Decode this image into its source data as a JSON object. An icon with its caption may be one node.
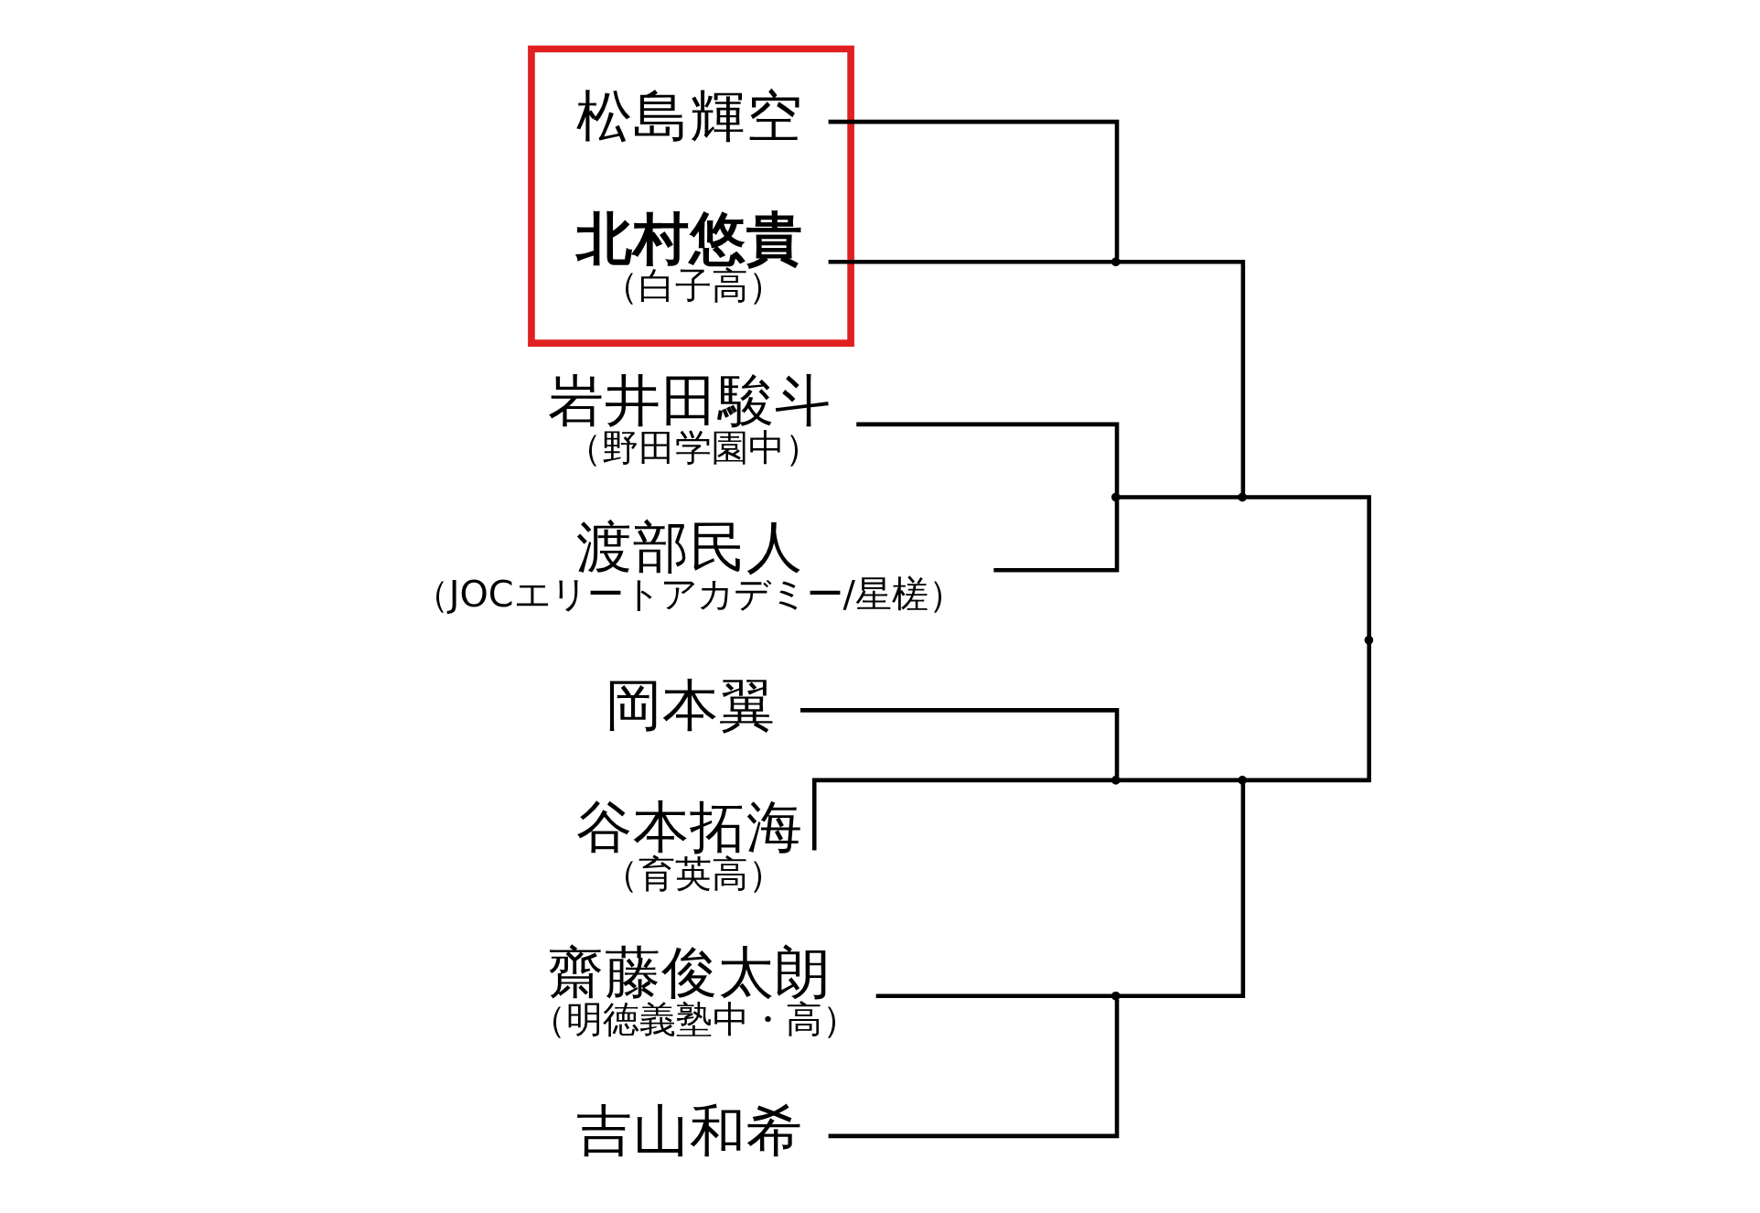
{
  "diagram": {
    "nodes": [
      {
        "text": [],
        "shape": "box"
      },
      {
        "text": [
          "松島輝空"
        ],
        "in": 0
      },
      {
        "text": [
          "北村悠貴",
          "（白子高）"
        ],
        "in": 0
      },
      {
        "text": [
          "岩井田駿斗",
          "（野田学園中）"
        ]
      },
      {
        "text": [
          "渡部民人",
          "（JOCエリートアカデミー/星槎）"
        ]
      },
      {
        "text": [
          "岡本翼"
        ]
      },
      {
        "text": [
          "谷本拓海",
          "（育英高）"
        ]
      },
      {
        "text": [
          "齋藤俊太朗",
          "（明徳義塾中・高）"
        ]
      },
      {
        "text": [
          "吉山和希"
        ]
      },
      {
        "text": [],
        "shape": "point"
      },
      {
        "text": [],
        "shape": "point"
      },
      {
        "text": [],
        "shape": "point"
      },
      {
        "text": [],
        "shape": "point"
      },
      {
        "text": [],
        "shape": "point"
      },
      {
        "text": [],
        "shape": "point"
      },
      {
        "text": [],
        "shape": "point"
      }
    ],
    "edges": [
      {
        "from": 1,
        "to": 9,
        "arrow": "none"
      },
      {
        "from": 2,
        "to": 9,
        "arrow": "none"
      },
      {
        "from": 3,
        "to": 10,
        "arrow": "none"
      },
      {
        "from": 4,
        "to": 10,
        "arrow": "none"
      },
      {
        "from": 9,
        "to": 11,
        "arrow": "none"
      },
      {
        "from": 10,
        "to": 11,
        "arrow": "none"
      },
      {
        "from": 5,
        "to": 12,
        "arrow": "none"
      },
      {
        "from": 6,
        "to": 12,
        "arrow": "none"
      },
      {
        "from": 7,
        "to": 13,
        "arrow": "none"
      },
      {
        "from": 8,
        "to": 13,
        "arrow": "none"
      },
      {
        "from": 12,
        "to": 14,
        "arrow": "none"
      },
      {
        "from": 13,
        "to": 14,
        "arrow": "none"
      },
      {
        "from": 11,
        "to": 15,
        "arrow": "none"
      },
      {
        "from": 14,
        "to": 15,
        "arrow": "none"
      }
    ]
  }
}
